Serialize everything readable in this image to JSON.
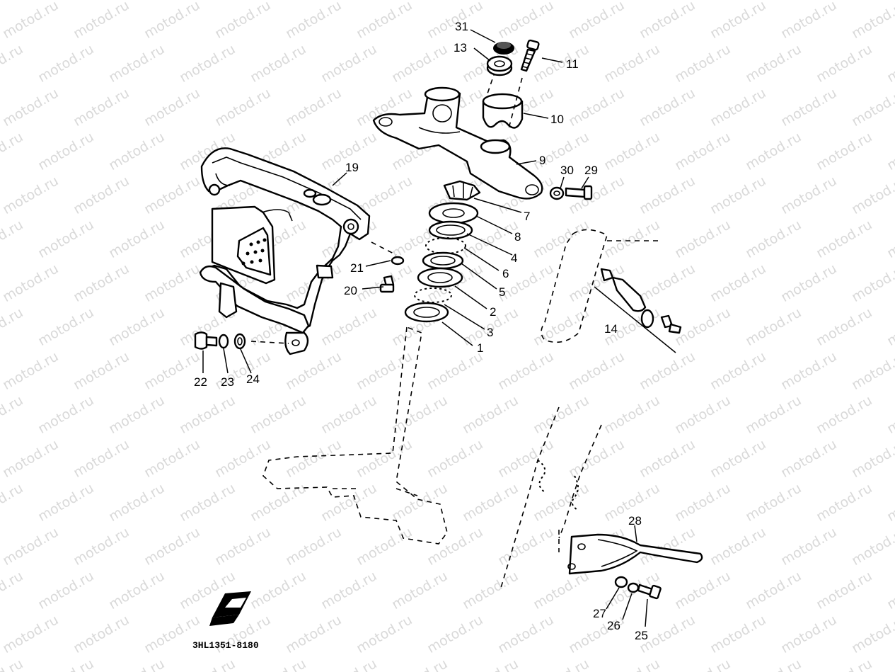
{
  "watermark": "motod.ru",
  "callouts": [
    {
      "id": "c31",
      "text": "31"
    },
    {
      "id": "c13",
      "text": "13"
    },
    {
      "id": "c11",
      "text": "11"
    },
    {
      "id": "c10",
      "text": "10"
    },
    {
      "id": "c9",
      "text": "9"
    },
    {
      "id": "c19",
      "text": "19"
    },
    {
      "id": "c30",
      "text": "30"
    },
    {
      "id": "c29",
      "text": "29"
    },
    {
      "id": "c7",
      "text": "7"
    },
    {
      "id": "c8",
      "text": "8"
    },
    {
      "id": "c4",
      "text": "4"
    },
    {
      "id": "c6",
      "text": "6"
    },
    {
      "id": "c5",
      "text": "5"
    },
    {
      "id": "c2",
      "text": "2"
    },
    {
      "id": "c3",
      "text": "3"
    },
    {
      "id": "c1",
      "text": "1"
    },
    {
      "id": "c21",
      "text": "21"
    },
    {
      "id": "c20",
      "text": "20"
    },
    {
      "id": "c14",
      "text": "14"
    },
    {
      "id": "c22",
      "text": "22"
    },
    {
      "id": "c23",
      "text": "23"
    },
    {
      "id": "c24",
      "text": "24"
    },
    {
      "id": "c28",
      "text": "28"
    },
    {
      "id": "c27",
      "text": "27"
    },
    {
      "id": "c26",
      "text": "26"
    },
    {
      "id": "c25",
      "text": "25"
    }
  ],
  "diagram_code": "3HL1351-8180",
  "icon_symbol": "front-direction-icon"
}
